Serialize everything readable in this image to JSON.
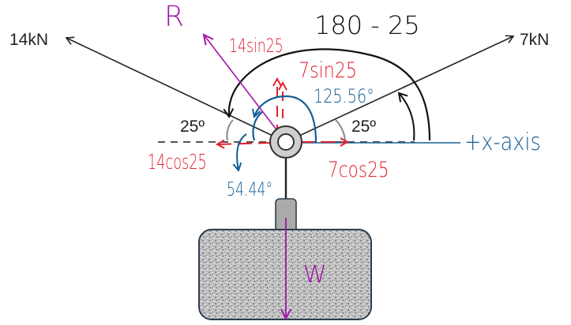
{
  "forces": {
    "left": {
      "label": "14kN",
      "angle_label": "25º"
    },
    "right": {
      "label": "7kN",
      "angle_label": "25º"
    },
    "resultant": {
      "label": "R"
    },
    "weight": {
      "label": "W"
    }
  },
  "annotations": {
    "angle_between": "180 - 25",
    "left_vertical_component": "14sin25",
    "right_vertical_component": "7sin25",
    "left_horizontal_component": "14cos25",
    "right_horizontal_component": "7cos25",
    "resultant_angle": "125.56°",
    "resultant_ref_angle": "54.44°",
    "axis_label": "+x-axis"
  },
  "colors": {
    "printed": "#222222",
    "components": "#e0222e",
    "angles": "#135e96",
    "resultant": "#a316a8",
    "arc": "#111111",
    "ring_fill": "#cfcfcf",
    "block_fill": "#b8b8b8"
  }
}
